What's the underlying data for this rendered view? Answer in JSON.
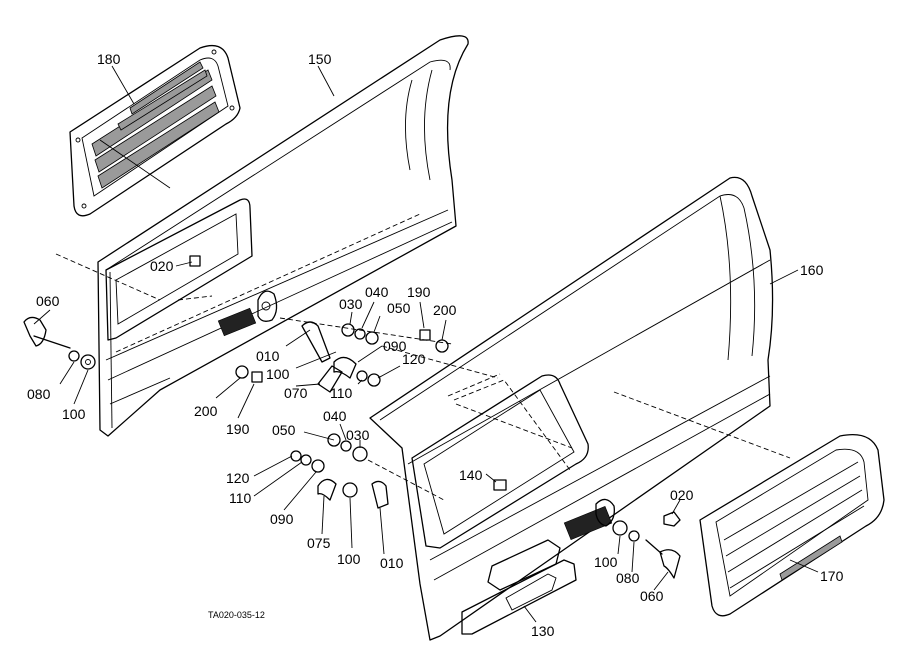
{
  "diagram_code": "TA020-035-12",
  "callouts": [
    {
      "id": "c180",
      "text": "180"
    },
    {
      "id": "c150",
      "text": "150"
    },
    {
      "id": "c160",
      "text": "160"
    },
    {
      "id": "c020a",
      "text": "020"
    },
    {
      "id": "c060a",
      "text": "060"
    },
    {
      "id": "c080a",
      "text": "080"
    },
    {
      "id": "c100a",
      "text": "100"
    },
    {
      "id": "c030a",
      "text": "030"
    },
    {
      "id": "c040a",
      "text": "040"
    },
    {
      "id": "c050a",
      "text": "050"
    },
    {
      "id": "c190a",
      "text": "190"
    },
    {
      "id": "c200a",
      "text": "200"
    },
    {
      "id": "c010a",
      "text": "010"
    },
    {
      "id": "c100b",
      "text": "100"
    },
    {
      "id": "c090a",
      "text": "090"
    },
    {
      "id": "c070",
      "text": "070"
    },
    {
      "id": "c110a",
      "text": "110"
    },
    {
      "id": "c120a",
      "text": "120"
    },
    {
      "id": "c200b",
      "text": "200"
    },
    {
      "id": "c190b",
      "text": "190"
    },
    {
      "id": "c050b",
      "text": "050"
    },
    {
      "id": "c040b",
      "text": "040"
    },
    {
      "id": "c030b",
      "text": "030"
    },
    {
      "id": "c120b",
      "text": "120"
    },
    {
      "id": "c110b",
      "text": "110"
    },
    {
      "id": "c090b",
      "text": "090"
    },
    {
      "id": "c075",
      "text": "075"
    },
    {
      "id": "c100c",
      "text": "100"
    },
    {
      "id": "c010b",
      "text": "010"
    },
    {
      "id": "c140",
      "text": "140"
    },
    {
      "id": "c020b",
      "text": "020"
    },
    {
      "id": "c100d",
      "text": "100"
    },
    {
      "id": "c080b",
      "text": "080"
    },
    {
      "id": "c060b",
      "text": "060"
    },
    {
      "id": "c170",
      "text": "170"
    },
    {
      "id": "c130",
      "text": "130"
    }
  ]
}
